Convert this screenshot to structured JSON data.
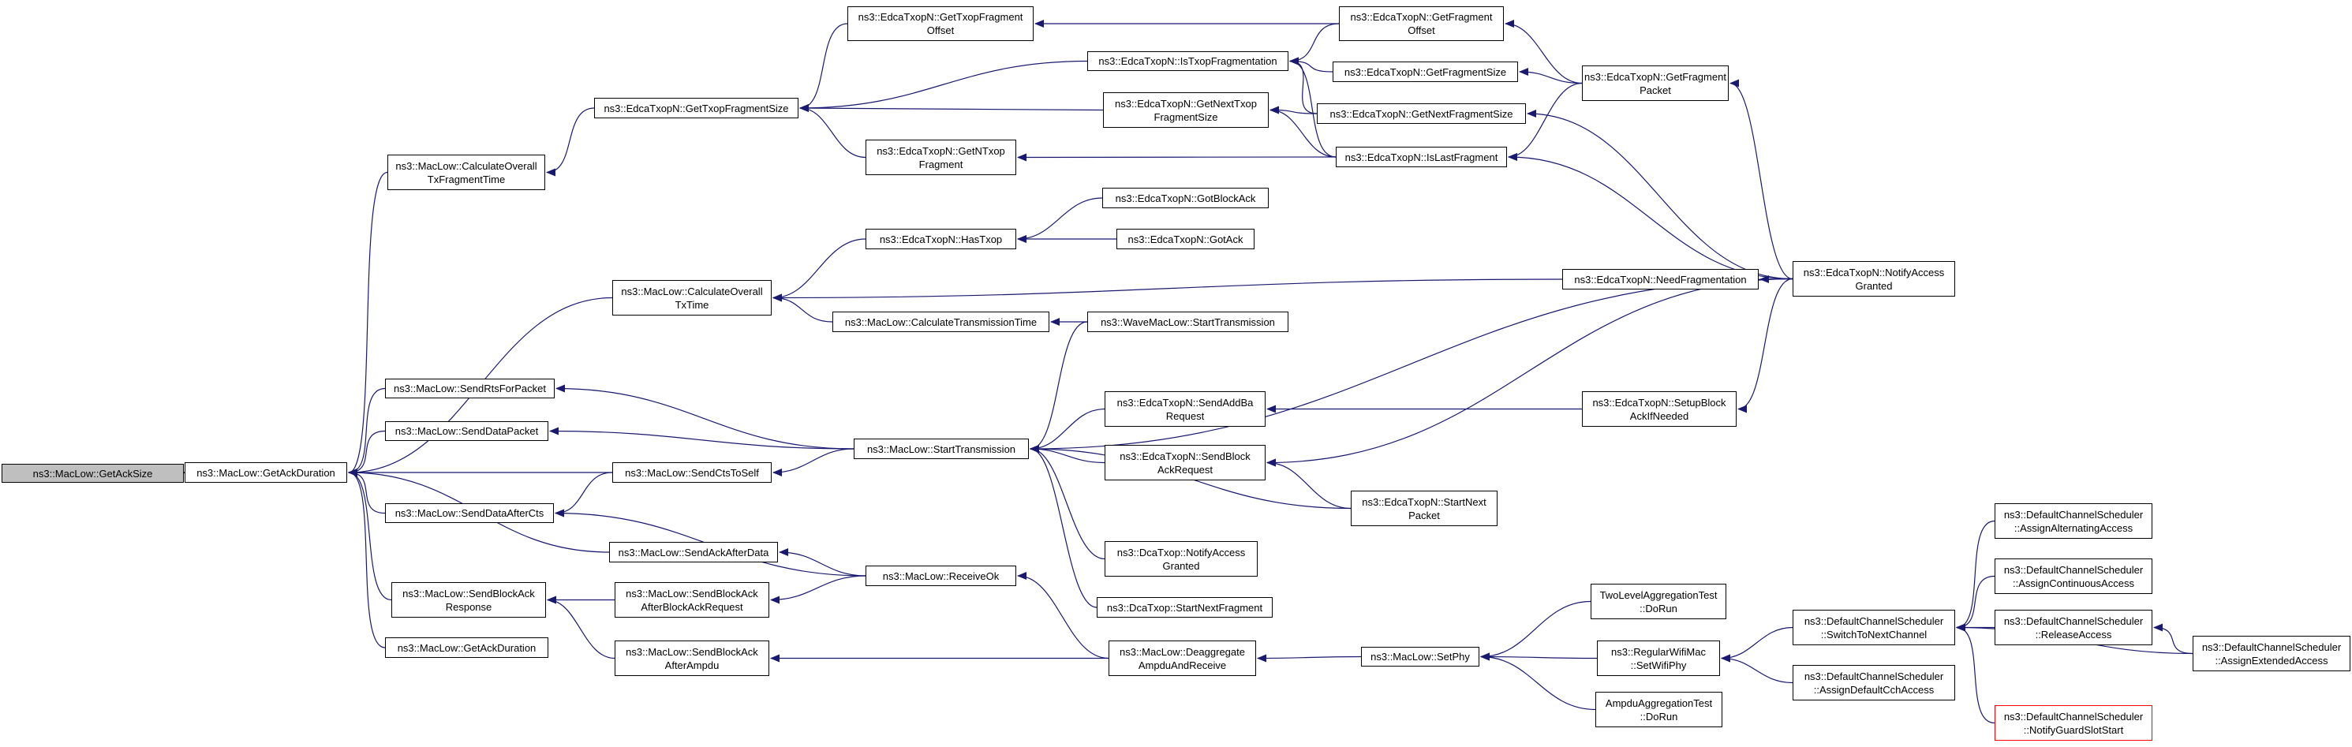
{
  "graph": {
    "nodes": [
      {
        "id": "GetAckSize",
        "label": "ns3::MacLow::GetAckSize"
      },
      {
        "id": "GetAckDuration",
        "label": "ns3::MacLow::GetAckDuration"
      },
      {
        "id": "CalcOverallTxFragmentTime",
        "label": "ns3::MacLow::CalculateOverall\nTxFragmentTime"
      },
      {
        "id": "CalcOverallTxTime",
        "label": "ns3::MacLow::CalculateOverall\nTxTime"
      },
      {
        "id": "SendRtsForPacket",
        "label": "ns3::MacLow::SendRtsForPacket"
      },
      {
        "id": "SendDataPacket",
        "label": "ns3::MacLow::SendDataPacket"
      },
      {
        "id": "SendCtsToSelf",
        "label": "ns3::MacLow::SendCtsToSelf"
      },
      {
        "id": "SendDataAfterCts",
        "label": "ns3::MacLow::SendDataAfterCts"
      },
      {
        "id": "SendAckAfterData",
        "label": "ns3::MacLow::SendAckAfterData"
      },
      {
        "id": "SendBlockAckResponse",
        "label": "ns3::MacLow::SendBlockAck\nResponse"
      },
      {
        "id": "SendBlockAckAfterBlockAckRequest",
        "label": "ns3::MacLow::SendBlockAck\nAfterBlockAckRequest"
      },
      {
        "id": "GetAckDuration2",
        "label": "ns3::MacLow::GetAckDuration"
      },
      {
        "id": "SendBlockAckAfterAmpdu",
        "label": "ns3::MacLow::SendBlockAck\nAfterAmpdu"
      },
      {
        "id": "GetTxopFragmentSize",
        "label": "ns3::EdcaTxopN::GetTxopFragmentSize"
      },
      {
        "id": "GetTxopFragmentOffset",
        "label": "ns3::EdcaTxopN::GetTxopFragment\nOffset"
      },
      {
        "id": "IsTxopFragmentation",
        "label": "ns3::EdcaTxopN::IsTxopFragmentation"
      },
      {
        "id": "GetNextTxopFragmentSize",
        "label": "ns3::EdcaTxopN::GetNextTxop\nFragmentSize"
      },
      {
        "id": "GetNTxopFragment",
        "label": "ns3::EdcaTxopN::GetNTxop\nFragment"
      },
      {
        "id": "GetFragmentOffset",
        "label": "ns3::EdcaTxopN::GetFragment\nOffset"
      },
      {
        "id": "GetFragmentSize",
        "label": "ns3::EdcaTxopN::GetFragmentSize"
      },
      {
        "id": "GetNextFragmentSize",
        "label": "ns3::EdcaTxopN::GetNextFragmentSize"
      },
      {
        "id": "IsLastFragment",
        "label": "ns3::EdcaTxopN::IsLastFragment"
      },
      {
        "id": "GetFragmentPacket",
        "label": "ns3::EdcaTxopN::GetFragment\nPacket"
      },
      {
        "id": "GotBlockAck",
        "label": "ns3::EdcaTxopN::GotBlockAck"
      },
      {
        "id": "HasTxop",
        "label": "ns3::EdcaTxopN::HasTxop"
      },
      {
        "id": "GotAck",
        "label": "ns3::EdcaTxopN::GotAck"
      },
      {
        "id": "NeedFragmentation",
        "label": "ns3::EdcaTxopN::NeedFragmentation"
      },
      {
        "id": "NotifyAccessGranted",
        "label": "ns3::EdcaTxopN::NotifyAccess\nGranted"
      },
      {
        "id": "CalcTransmissionTime",
        "label": "ns3::MacLow::CalculateTransmissionTime"
      },
      {
        "id": "WaveStartTransmission",
        "label": "ns3::WaveMacLow::StartTransmission"
      },
      {
        "id": "StartTransmission",
        "label": "ns3::MacLow::StartTransmission"
      },
      {
        "id": "SendAddBaRequest",
        "label": "ns3::EdcaTxopN::SendAddBa\nRequest"
      },
      {
        "id": "SetupBlockAckIfNeeded",
        "label": "ns3::EdcaTxopN::SetupBlock\nAckIfNeeded"
      },
      {
        "id": "SendBlockAckRequest",
        "label": "ns3::EdcaTxopN::SendBlock\nAckRequest"
      },
      {
        "id": "StartNextPacket",
        "label": "ns3::EdcaTxopN::StartNext\nPacket"
      },
      {
        "id": "DcaNotifyAccessGranted",
        "label": "ns3::DcaTxop::NotifyAccess\nGranted"
      },
      {
        "id": "ReceiveOk",
        "label": "ns3::MacLow::ReceiveOk"
      },
      {
        "id": "DcaStartNextFragment",
        "label": "ns3::DcaTxop::StartNextFragment"
      },
      {
        "id": "DeaggregateAmpduAndReceive",
        "label": "ns3::MacLow::Deaggregate\nAmpduAndReceive"
      },
      {
        "id": "SetPhy",
        "label": "ns3::MacLow::SetPhy"
      },
      {
        "id": "TwoLevelAggregationTest",
        "label": "TwoLevelAggregationTest\n::DoRun"
      },
      {
        "id": "SetWifiPhy",
        "label": "ns3::RegularWifiMac\n::SetWifiPhy"
      },
      {
        "id": "AmpduAggregationTest",
        "label": "AmpduAggregationTest\n::DoRun"
      },
      {
        "id": "SwitchToNextChannel",
        "label": "ns3::DefaultChannelScheduler\n::SwitchToNextChannel"
      },
      {
        "id": "AssignDefaultCchAccess",
        "label": "ns3::DefaultChannelScheduler\n::AssignDefaultCchAccess"
      },
      {
        "id": "AssignAlternatingAccess",
        "label": "ns3::DefaultChannelScheduler\n::AssignAlternatingAccess"
      },
      {
        "id": "AssignContinuousAccess",
        "label": "ns3::DefaultChannelScheduler\n::AssignContinuousAccess"
      },
      {
        "id": "ReleaseAccess",
        "label": "ns3::DefaultChannelScheduler\n::ReleaseAccess"
      },
      {
        "id": "NotifyGuardSlotStart",
        "label": "ns3::DefaultChannelScheduler\n::NotifyGuardSlotStart"
      },
      {
        "id": "AssignExtendedAccess",
        "label": "ns3::DefaultChannelScheduler\n::AssignExtendedAccess"
      }
    ],
    "edges": [
      [
        "GetAckDuration",
        "GetAckSize"
      ],
      [
        "CalcOverallTxFragmentTime",
        "GetAckDuration"
      ],
      [
        "CalcOverallTxTime",
        "GetAckDuration"
      ],
      [
        "SendRtsForPacket",
        "GetAckDuration"
      ],
      [
        "SendDataPacket",
        "GetAckDuration"
      ],
      [
        "SendCtsToSelf",
        "GetAckDuration"
      ],
      [
        "SendDataAfterCts",
        "GetAckDuration"
      ],
      [
        "SendAckAfterData",
        "GetAckDuration"
      ],
      [
        "SendBlockAckResponse",
        "GetAckDuration"
      ],
      [
        "GetAckDuration2",
        "GetAckDuration"
      ],
      [
        "GetTxopFragmentSize",
        "CalcOverallTxFragmentTime"
      ],
      [
        "GetTxopFragmentOffset",
        "GetTxopFragmentSize"
      ],
      [
        "IsTxopFragmentation",
        "GetTxopFragmentSize"
      ],
      [
        "GetNextTxopFragmentSize",
        "GetTxopFragmentSize"
      ],
      [
        "GetNTxopFragment",
        "GetTxopFragmentSize"
      ],
      [
        "GetFragmentOffset",
        "GetTxopFragmentOffset"
      ],
      [
        "GetFragmentOffset",
        "IsTxopFragmentation"
      ],
      [
        "GetFragmentSize",
        "IsTxopFragmentation"
      ],
      [
        "GetNextFragmentSize",
        "IsTxopFragmentation"
      ],
      [
        "IsLastFragment",
        "IsTxopFragmentation"
      ],
      [
        "GetNextFragmentSize",
        "GetNextTxopFragmentSize"
      ],
      [
        "IsLastFragment",
        "GetNextTxopFragmentSize"
      ],
      [
        "IsLastFragment",
        "GetNTxopFragment"
      ],
      [
        "GetFragmentPacket",
        "GetFragmentOffset"
      ],
      [
        "GetFragmentPacket",
        "GetFragmentSize"
      ],
      [
        "GetFragmentPacket",
        "IsLastFragment"
      ],
      [
        "NotifyAccessGranted",
        "GetFragmentPacket"
      ],
      [
        "NotifyAccessGranted",
        "GetNextFragmentSize"
      ],
      [
        "NotifyAccessGranted",
        "IsLastFragment"
      ],
      [
        "HasTxop",
        "CalcOverallTxTime"
      ],
      [
        "GotBlockAck",
        "HasTxop"
      ],
      [
        "GotAck",
        "HasTxop"
      ],
      [
        "NeedFragmentation",
        "CalcOverallTxTime"
      ],
      [
        "NotifyAccessGranted",
        "NeedFragmentation"
      ],
      [
        "CalcTransmissionTime",
        "CalcOverallTxTime"
      ],
      [
        "WaveStartTransmission",
        "CalcTransmissionTime"
      ],
      [
        "StartTransmission",
        "SendRtsForPacket"
      ],
      [
        "StartTransmission",
        "SendDataPacket"
      ],
      [
        "StartTransmission",
        "SendCtsToSelf"
      ],
      [
        "WaveStartTransmission",
        "StartTransmission"
      ],
      [
        "NotifyAccessGranted",
        "StartTransmission"
      ],
      [
        "SendAddBaRequest",
        "StartTransmission"
      ],
      [
        "SendBlockAckRequest",
        "StartTransmission"
      ],
      [
        "StartNextPacket",
        "StartTransmission"
      ],
      [
        "DcaNotifyAccessGranted",
        "StartTransmission"
      ],
      [
        "DcaStartNextFragment",
        "StartTransmission"
      ],
      [
        "SetupBlockAckIfNeeded",
        "SendAddBaRequest"
      ],
      [
        "NotifyAccessGranted",
        "SetupBlockAckIfNeeded"
      ],
      [
        "NotifyAccessGranted",
        "SendBlockAckRequest"
      ],
      [
        "StartNextPacket",
        "SendBlockAckRequest"
      ],
      [
        "ReceiveOk",
        "SendDataAfterCts"
      ],
      [
        "ReceiveOk",
        "SendAckAfterData"
      ],
      [
        "ReceiveOk",
        "SendBlockAckAfterBlockAckRequest"
      ],
      [
        "SendCtsToSelf",
        "SendDataAfterCts"
      ],
      [
        "SendBlockAckAfterBlockAckRequest",
        "SendBlockAckResponse"
      ],
      [
        "SendBlockAckAfterAmpdu",
        "SendBlockAckResponse"
      ],
      [
        "DeaggregateAmpduAndReceive",
        "ReceiveOk"
      ],
      [
        "DeaggregateAmpduAndReceive",
        "SendBlockAckAfterAmpdu"
      ],
      [
        "SetPhy",
        "DeaggregateAmpduAndReceive"
      ],
      [
        "TwoLevelAggregationTest",
        "SetPhy"
      ],
      [
        "SetWifiPhy",
        "SetPhy"
      ],
      [
        "AmpduAggregationTest",
        "SetPhy"
      ],
      [
        "SwitchToNextChannel",
        "SetWifiPhy"
      ],
      [
        "AssignDefaultCchAccess",
        "SetWifiPhy"
      ],
      [
        "AssignAlternatingAccess",
        "SwitchToNextChannel"
      ],
      [
        "AssignContinuousAccess",
        "SwitchToNextChannel"
      ],
      [
        "ReleaseAccess",
        "SwitchToNextChannel"
      ],
      [
        "NotifyGuardSlotStart",
        "SwitchToNextChannel"
      ],
      [
        "AssignExtendedAccess",
        "SwitchToNextChannel"
      ],
      [
        "AssignExtendedAccess",
        "ReleaseAccess"
      ]
    ],
    "root_node": "GetAckSize",
    "truncated_nodes": [
      "NotifyGuardSlotStart"
    ],
    "colors": {
      "edge": "#191970",
      "node_border": "#000000",
      "node_fill": "#ffffff",
      "root_fill": "#bfbfbf",
      "truncated_border": "#ff0000"
    }
  }
}
